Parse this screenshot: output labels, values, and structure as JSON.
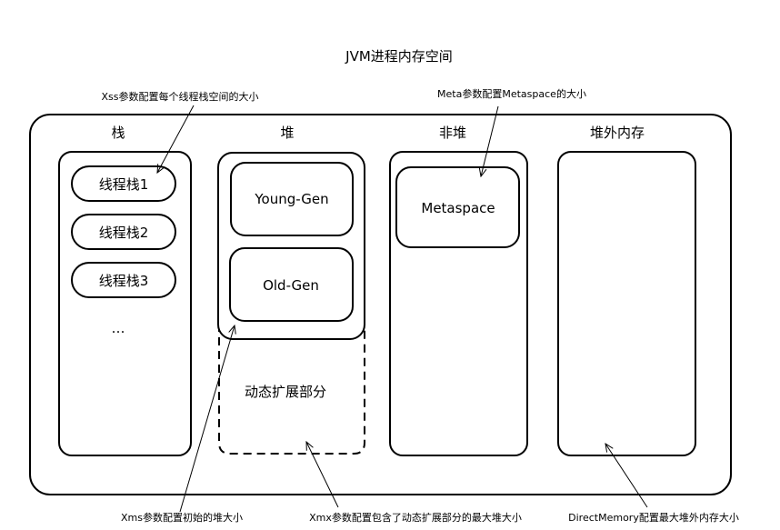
{
  "title": "JVM进程内存空间",
  "sections": {
    "stack": {
      "label": "栈",
      "threads": [
        "线程栈1",
        "线程栈2",
        "线程栈3"
      ],
      "ellipsis": "…"
    },
    "heap": {
      "label": "堆",
      "young": "Young-Gen",
      "old": "Old-Gen",
      "dynamic": "动态扩展部分"
    },
    "nonheap": {
      "label": "非堆",
      "metaspace": "Metaspace"
    },
    "offheap": {
      "label": "堆外内存"
    }
  },
  "annotations": {
    "xss": "Xss参数配置每个线程栈空间的大小",
    "meta": "Meta参数配置Metaspace的大小",
    "xms": "Xms参数配置初始的堆大小",
    "xmx": "Xmx参数配置包含了动态扩展部分的最大堆大小",
    "direct": "DirectMemory配置最大堆外内存大小"
  }
}
